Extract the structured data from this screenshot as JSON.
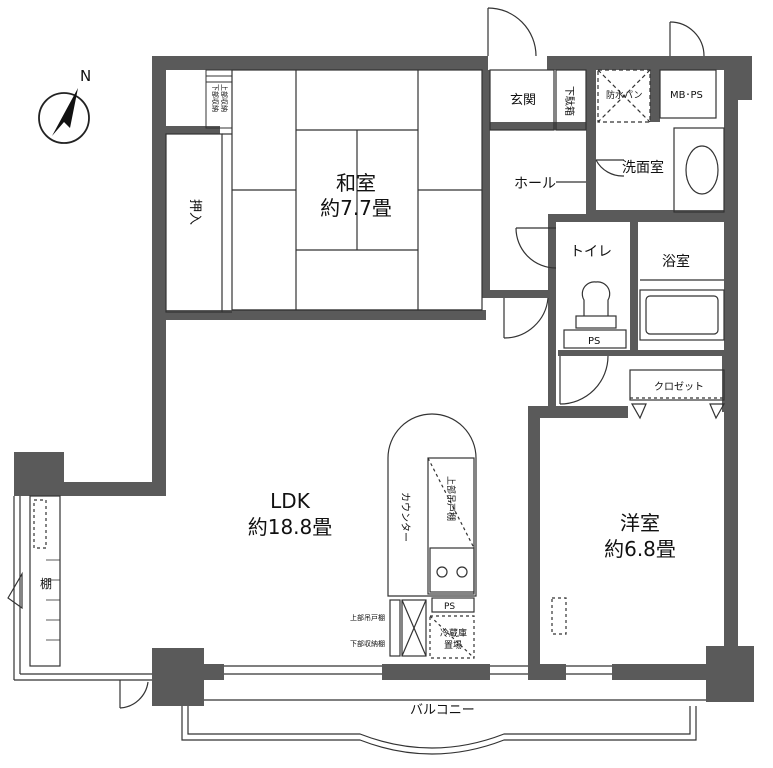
{
  "compass": {
    "north_label": "N"
  },
  "rooms": {
    "washitsu": {
      "name": "和室",
      "size": "約7.7畳"
    },
    "ldk": {
      "name": "LDK",
      "size": "約18.8畳"
    },
    "yoshitsu": {
      "name": "洋室",
      "size": "約6.8畳"
    }
  },
  "labels": {
    "oshiire": "押入",
    "jobu_shuno": "上部収納",
    "kabu_shuno": "下部収納",
    "genkan": "玄関",
    "getabako": "下駄箱",
    "hall": "ホール",
    "bosui_pan": "防水パン",
    "mbps": "MB･PS",
    "senmenshitsu": "洗面室",
    "toilet": "トイレ",
    "yokushitsu": "浴室",
    "ps1": "PS",
    "closet": "クロゼット",
    "counter": "カウンター",
    "jobu_tsuridana": "上部吊戸棚",
    "ps2": "PS",
    "reizoko": "冷蔵庫",
    "okiba": "置場",
    "jobu_shokkidana": "上部吊戸棚",
    "kabu_shunadana": "下部収納棚",
    "tana": "棚",
    "balcony": "バルコニー"
  }
}
